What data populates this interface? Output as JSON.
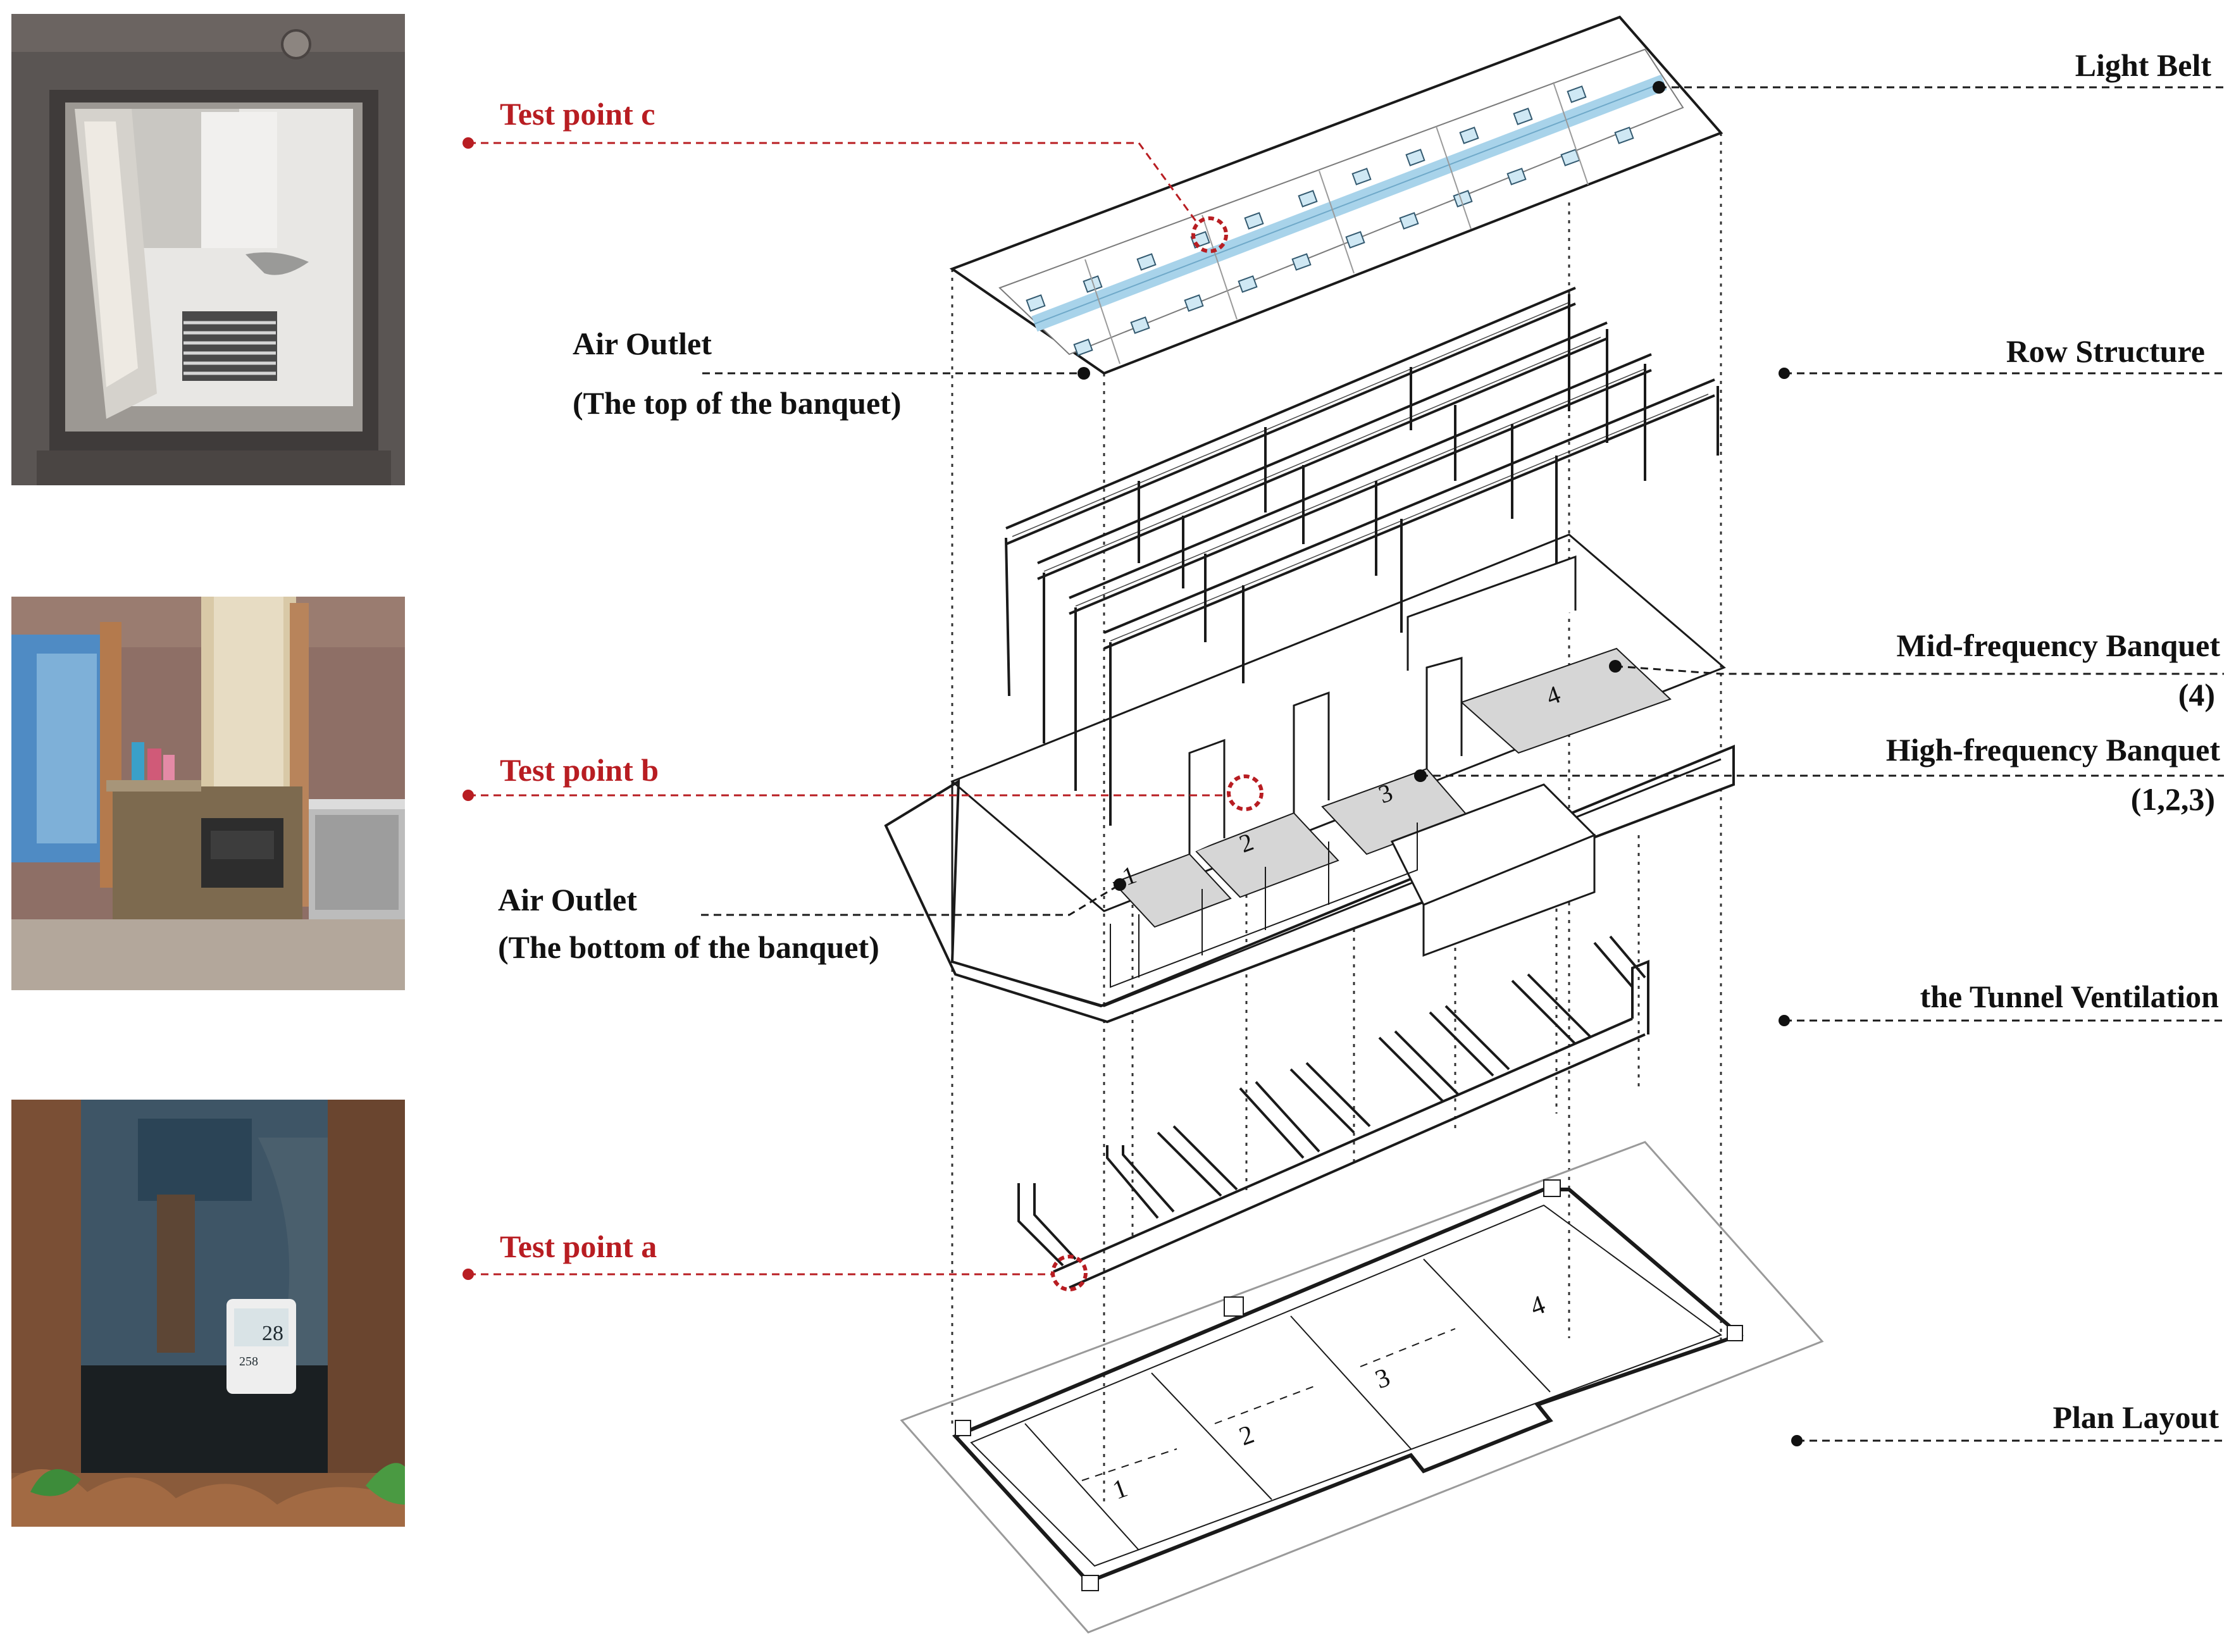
{
  "colors": {
    "accent_red": "#b81d22",
    "ink": "#111111",
    "light_belt": "#a8d3ea",
    "banquet_floor": "#d6d6d6",
    "background": "#ffffff"
  },
  "photos": [
    {
      "id": "photo-air-outlet-top",
      "depicts": "ceiling air outlet opening with louvre grille"
    },
    {
      "id": "photo-air-outlet-bottom",
      "depicts": "banquet hall floor-level air outlet beside counter"
    },
    {
      "id": "photo-test-point-a",
      "depicts": "tunnel fan with measuring instrument"
    }
  ],
  "instrument_readout": {
    "line1": "28",
    "line2": "258"
  },
  "test_points": {
    "c": "Test point c",
    "b": "Test point b",
    "a": "Test point a"
  },
  "left_labels": {
    "air_outlet_top_title": "Air Outlet",
    "air_outlet_top_sub": "(The top of the banquet)",
    "air_outlet_bottom_title": "Air Outlet",
    "air_outlet_bottom_sub": "(The bottom of the banquet)"
  },
  "right_labels": {
    "light_belt": "Light Belt",
    "row_structure": "Row Structure",
    "mid_frequency_1": "Mid-frequency Banquet",
    "mid_frequency_2": "(4)",
    "high_frequency_1": "High-frequency Banquet",
    "high_frequency_2": "(1,2,3)",
    "tunnel_ventilation": "the Tunnel Ventilation",
    "plan_layout": "Plan Layout"
  },
  "room_numbers": {
    "banquet": [
      "1",
      "2",
      "3",
      "4"
    ],
    "plan": [
      "1",
      "2",
      "3",
      "4"
    ]
  }
}
